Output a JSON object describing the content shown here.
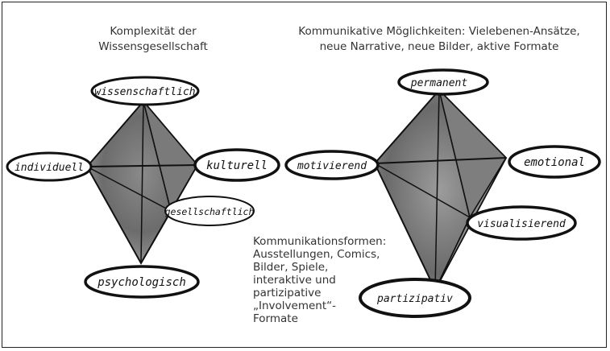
{
  "left_title": [
    "Komplexität der",
    "Wissensgesellschaft"
  ],
  "right_title": [
    "Kommunikative Möglichkeiten: Vielebenen-Ansätze,",
    "neue Narrative, neue Bilder, aktive Formate"
  ],
  "left_nodes": {
    "top": "wissenschaftlich",
    "left": "individuell",
    "right": "kulturell",
    "lower_right": "gesellschaftlich",
    "bottom": "psychologisch"
  },
  "right_nodes": {
    "top": "permanent",
    "left": "motivierend",
    "right": "emotional",
    "lower_right": "visualisierend",
    "bottom": "partizipativ"
  },
  "formats_text": [
    "Kommunikationsformen:",
    "Ausstellungen, Comics,",
    "Bilder, Spiele,",
    "interaktive und",
    "partizipative",
    "„Involvement“-",
    "Formate"
  ]
}
